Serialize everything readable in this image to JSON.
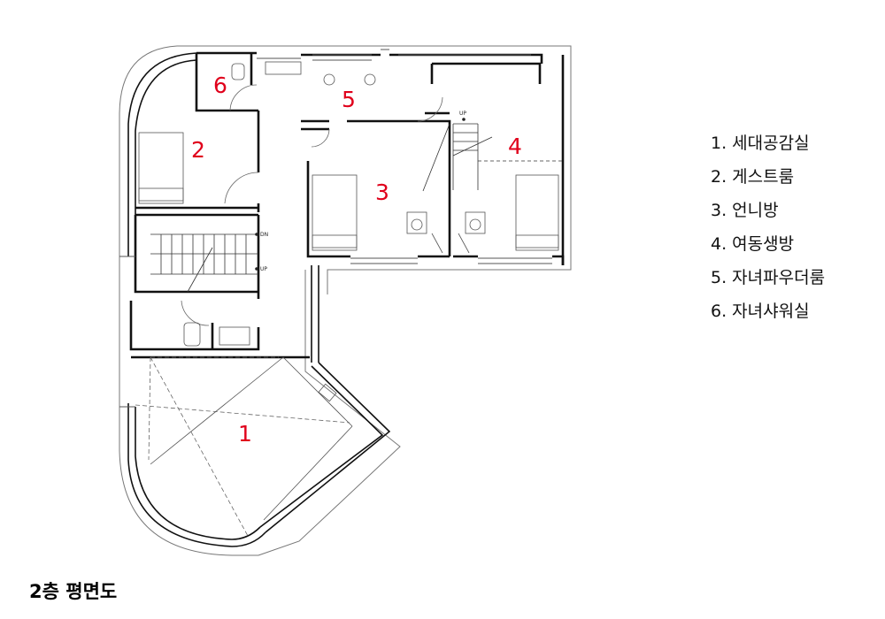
{
  "rooms": [
    {
      "num": "1",
      "name": "세대공감실"
    },
    {
      "num": "2",
      "name": "게스트룸"
    },
    {
      "num": "3",
      "name": "언니방"
    },
    {
      "num": "4",
      "name": "여동생방"
    },
    {
      "num": "5",
      "name": "자녀파우더룸"
    },
    {
      "num": "6",
      "name": "자녀샤워실"
    }
  ],
  "legend": [
    "1. 세대공감실",
    "2. 게스트룸",
    "3. 언니방",
    "4. 여동생방",
    "5. 자녀파우더룸",
    "6. 자녀샤워실"
  ],
  "stair_labels": {
    "dn": "DN",
    "up": "UP",
    "up_small": "UP"
  },
  "caption": "2층 평면도",
  "colors": {
    "room_number": "#e0001b",
    "wall": "#111111",
    "line": "#555555"
  }
}
